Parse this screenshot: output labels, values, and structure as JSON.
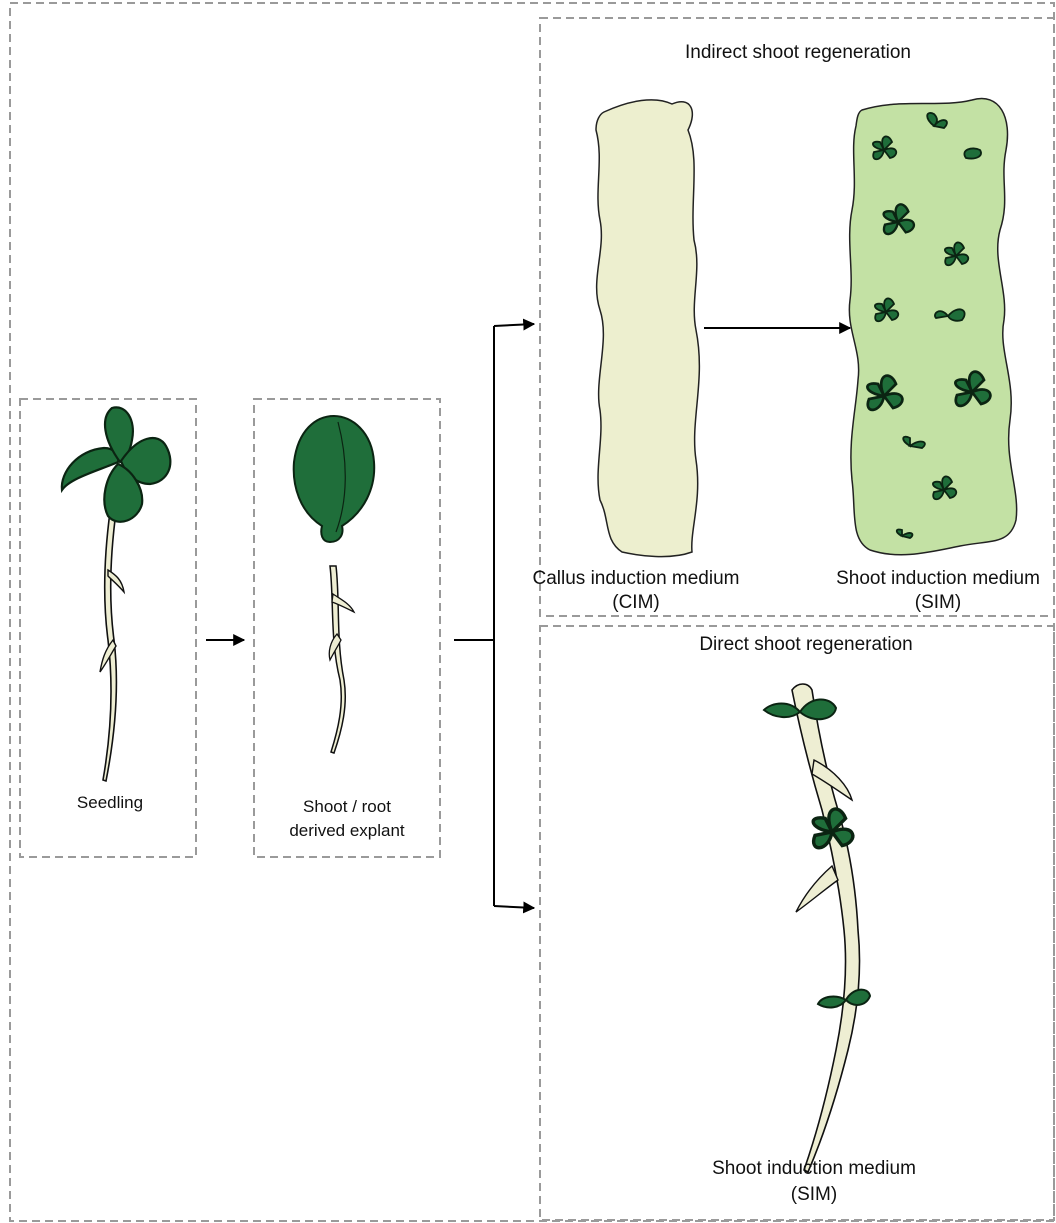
{
  "sections": {
    "indirect": {
      "title": "Indirect shoot regeneration",
      "cim_label_line1": "Callus induction medium",
      "cim_label_line2": "(CIM)",
      "sim_label_line1": "Shoot induction medium",
      "sim_label_line2": "(SIM)"
    },
    "direct": {
      "title": "Direct shoot regeneration",
      "sim_label_line1": "Shoot induction medium",
      "sim_label_line2": "(SIM)"
    }
  },
  "stages": {
    "seedling": {
      "label": "Seedling"
    },
    "explant": {
      "label_line1": "Shoot / root",
      "label_line2": "derived explant"
    }
  },
  "colors": {
    "leaf": "#1f6e3a",
    "leaf_stroke": "#0b2412",
    "stem": "#eeeed3",
    "callus": "#edefcf",
    "shoot_callus": "#c3e1a4",
    "dash": "#9a9a9a",
    "arrow": "#000000"
  }
}
